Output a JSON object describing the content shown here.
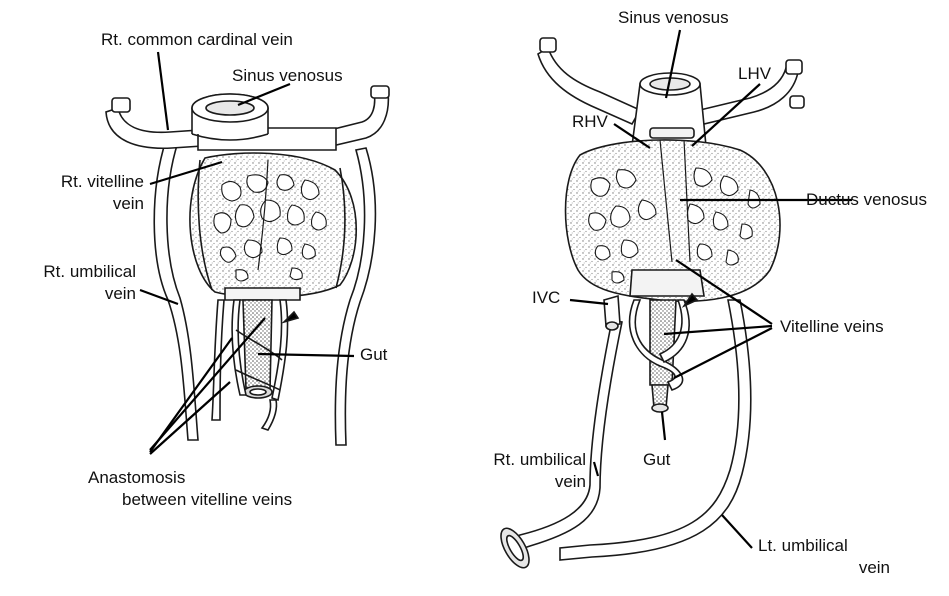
{
  "colors": {
    "ink": "#1a1a1a",
    "fill": "#ffffff",
    "stipple": "#8a8a8a",
    "leader": "#000000"
  },
  "left_figure": {
    "labels": {
      "rt_common_cardinal": "Rt. common cardinal vein",
      "sinus_venosus": "Sinus venosus",
      "rt_vitelline_1": "Rt. vitelline",
      "rt_vitelline_2": "vein",
      "rt_umbilical_1": "Rt. umbilical",
      "rt_umbilical_2": "vein",
      "gut": "Gut",
      "anastomosis_1": "Anastomosis",
      "anastomosis_2": "between vitelline veins"
    }
  },
  "right_figure": {
    "labels": {
      "sinus_venosus": "Sinus venosus",
      "lhv": "LHV",
      "rhv": "RHV",
      "ductus_venosus": "Ductus venosus",
      "ivc": "IVC",
      "vitelline_veins": "Vitelline veins",
      "gut": "Gut",
      "rt_umbilical_1": "Rt. umbilical",
      "rt_umbilical_2": "vein",
      "lt_umbilical_1": "Lt. umbilical",
      "lt_umbilical_2": "vein"
    }
  }
}
